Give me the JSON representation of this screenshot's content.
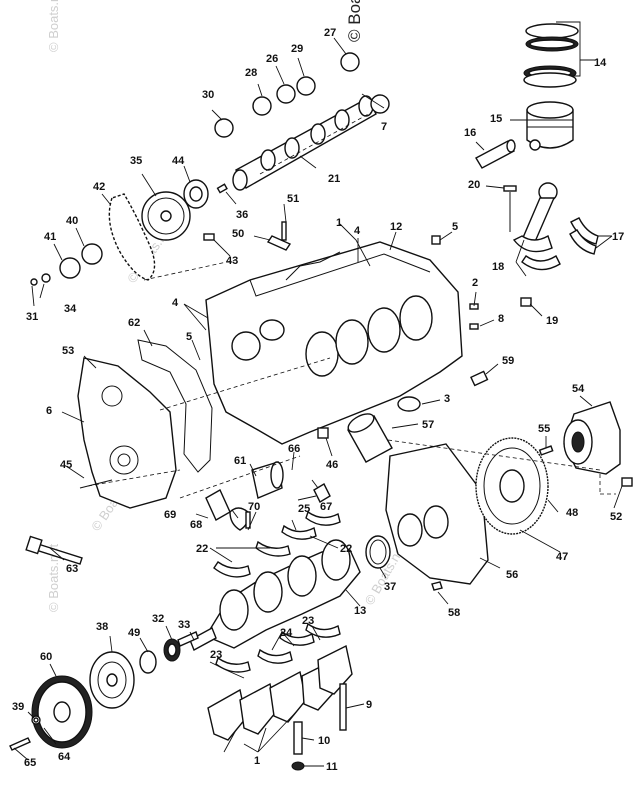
{
  "watermarks": {
    "top": "© Boats.net",
    "dim": "© Boats.net"
  },
  "callouts": {
    "c1": "1",
    "c1b": "1",
    "c2": "2",
    "c3": "3",
    "c4": "4",
    "c4b": "4",
    "c5": "5",
    "c5b": "5",
    "c6": "6",
    "c7": "7",
    "c8": "8",
    "c9": "9",
    "c10": "10",
    "c11": "11",
    "c12": "12",
    "c13": "13",
    "c14": "14",
    "c15": "15",
    "c16": "16",
    "c17": "17",
    "c18": "18",
    "c19": "19",
    "c20": "20",
    "c21": "21",
    "c22": "22",
    "c22b": "22",
    "c23": "23",
    "c23b": "23",
    "c24": "24",
    "c25": "25",
    "c26": "26",
    "c27": "27",
    "c28": "28",
    "c29": "29",
    "c30": "30",
    "c31": "31",
    "c32": "32",
    "c33": "33",
    "c34": "34",
    "c35": "35",
    "c36": "36",
    "c37": "37",
    "c38": "38",
    "c39": "39",
    "c40": "40",
    "c41": "41",
    "c42": "42",
    "c43": "43",
    "c44": "44",
    "c45": "45",
    "c46": "46",
    "c47": "47",
    "c48": "48",
    "c49": "49",
    "c50": "50",
    "c51": "51",
    "c52": "52",
    "c53": "53",
    "c54": "54",
    "c55": "55",
    "c56": "56",
    "c57": "57",
    "c58": "58",
    "c59": "59",
    "c60": "60",
    "c61": "61",
    "c62": "62",
    "c63": "63",
    "c64": "64",
    "c65": "65",
    "c66": "66",
    "c67": "67",
    "c68": "68",
    "c69": "69",
    "c70": "70"
  }
}
